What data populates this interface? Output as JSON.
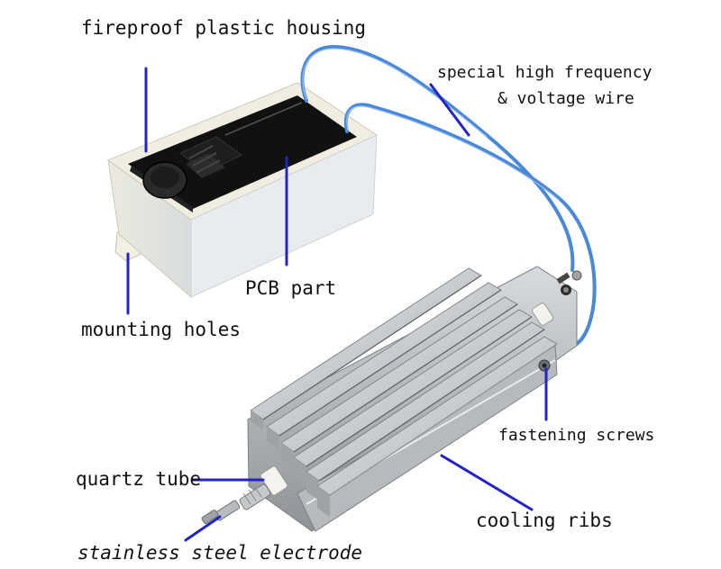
{
  "labels": {
    "housing": "fireproof plastic  housing",
    "wire_line1": "special high frequency",
    "wire_line2": "& voltage wire",
    "pcb": "PCB part",
    "mounting": "mounting holes",
    "screws": "fastening screws",
    "quartz": "quartz tube",
    "ribs": "cooling ribs",
    "electrode": "stainless steel electrode"
  },
  "colors": {
    "leader_line": "#2323c8",
    "wire": "#4a88d8",
    "housing": "#f2f0e4",
    "pcb": "#151515",
    "aluminum": "#cfd2d4"
  }
}
